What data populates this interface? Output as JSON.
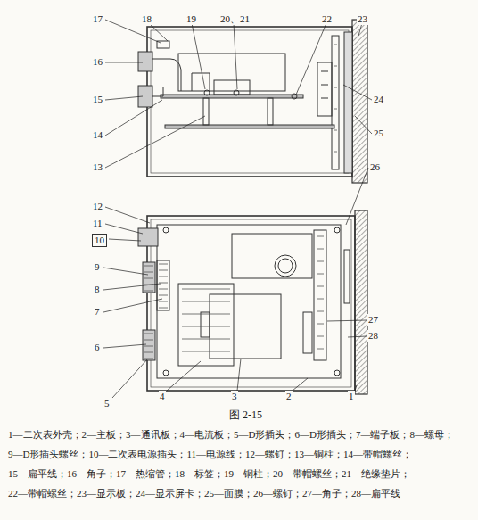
{
  "diagram": {
    "caption": "图 2-15",
    "labels": [
      "17",
      "18",
      "19",
      "20、21",
      "22",
      "23",
      "16",
      "15",
      "14",
      "13",
      "24",
      "25",
      "26",
      "12",
      "11",
      "10",
      "9",
      "8",
      "7",
      "6",
      "5",
      "4",
      "3",
      "2",
      "1",
      "27",
      "28",
      "1—二次表外壳；2—主板；3—通讯板；4—电流板；5—D形插头；6—D形插头；7—端子板；8—螺母；",
      "9—D形插头螺丝；10—二次表电源插头；11—电源线；12—螺钉；13—铜柱；14—带帽螺丝；",
      "15—扁平线；16—角子；17—热缩管；18—标签；19—铜柱；20—带帽螺丝；21—绝缘垫片；",
      "22—带帽螺丝；23—显示板；24—显示屏卡；25—面膜；26—螺钉；27—角子；28—扁平线"
    ]
  }
}
